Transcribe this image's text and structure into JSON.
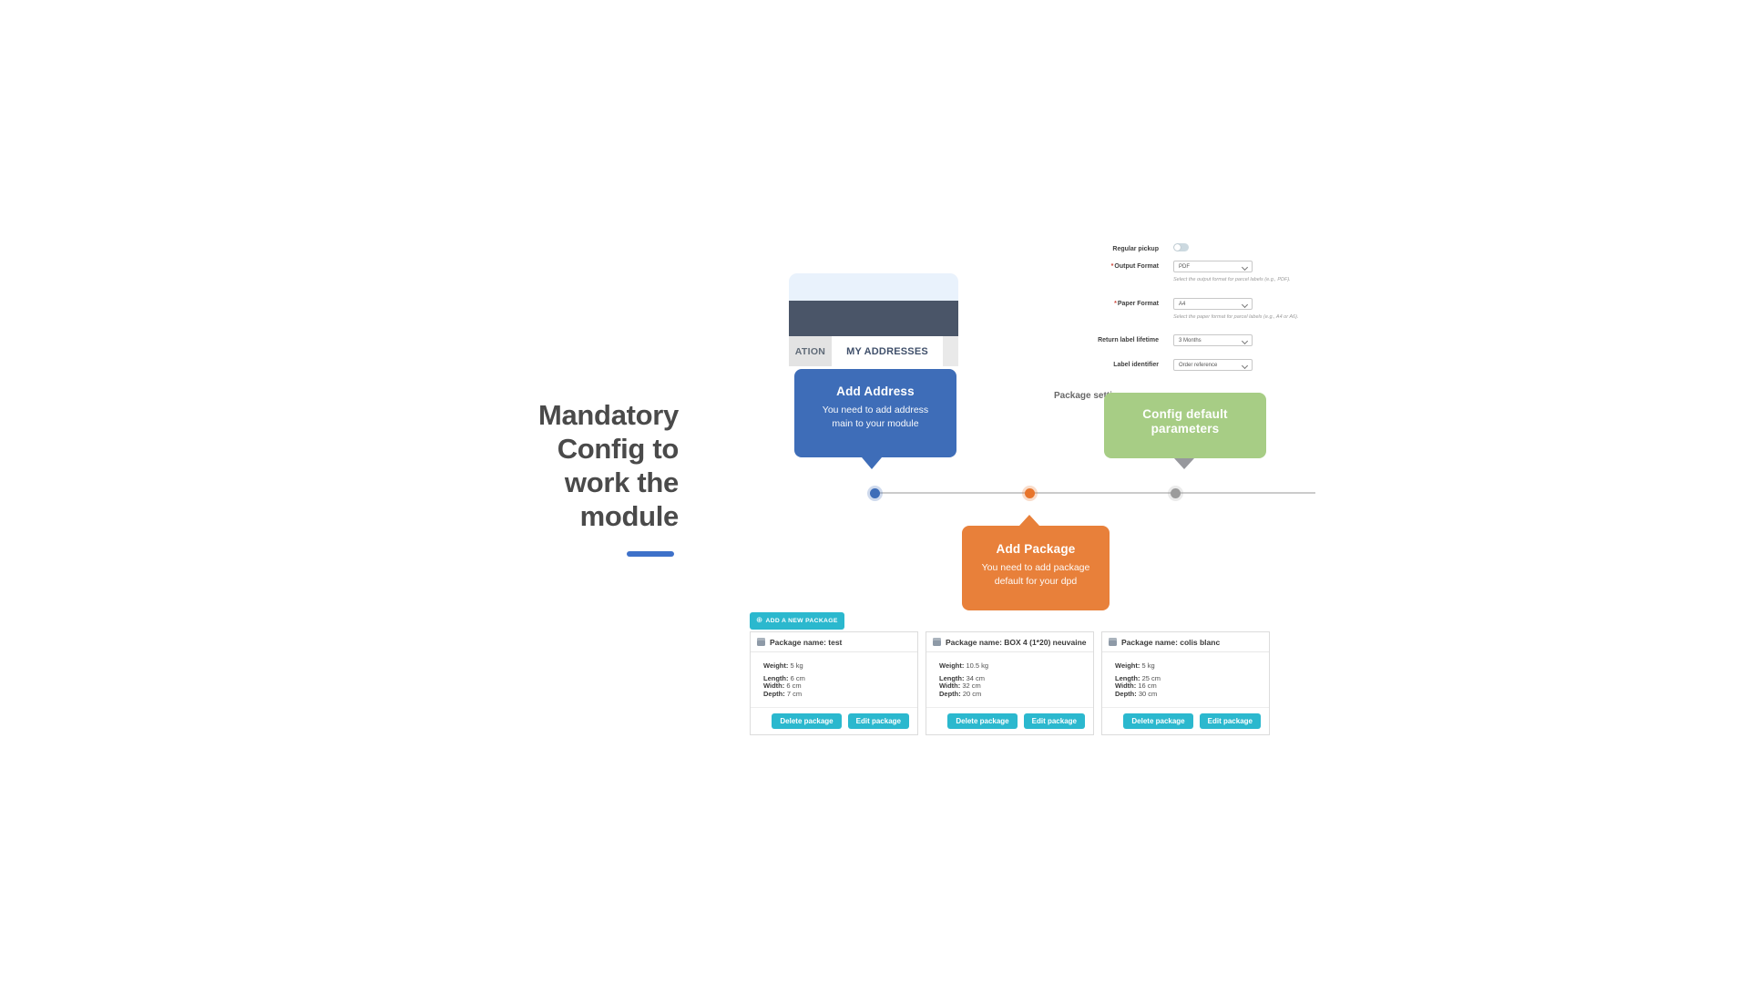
{
  "title": {
    "lines": [
      "Mandatory",
      "Config to",
      "work the",
      "module"
    ]
  },
  "settings_form": {
    "section_heading_partial": "Package settings",
    "regular_pickup": {
      "label": "Regular pickup"
    },
    "output_format": {
      "required_mark": "*",
      "label": "Output Format",
      "value": "PDF",
      "helper": "Select the output format for parcel labels (e.g., PDF)."
    },
    "paper_format": {
      "required_mark": "*",
      "label": "Paper Format",
      "value": "A4",
      "helper": "Select the paper format for parcel labels (e.g., A4 or A6)."
    },
    "return_label_lifetime": {
      "label": "Return label lifetime",
      "value": "3 Months"
    },
    "label_identifier": {
      "label": "Label identifier",
      "value": "Order reference"
    }
  },
  "address_panel": {
    "tab_configuration_partial": "ATION",
    "tab_my_addresses": "MY ADDRESSES"
  },
  "callouts": {
    "add_address": {
      "title": "Add Address",
      "body": "You need to add address main to your module"
    },
    "config_default": {
      "title": "Config default parameters"
    },
    "add_package": {
      "title": "Add Package",
      "body": "You need to add package default for your dpd"
    }
  },
  "packages": {
    "add_button_label": "ADD A NEW PACKAGE",
    "add_icon": "⊕",
    "field_labels": {
      "weight": "Weight:",
      "length": "Length:",
      "width": "Width:",
      "depth": "Depth:"
    },
    "delete_button_label": "Delete package",
    "edit_button_label": "Edit package",
    "cards": [
      {
        "name": "Package name: test",
        "weight": "5 kg",
        "length": "6 cm",
        "width": "6 cm",
        "depth": "7 cm"
      },
      {
        "name": "Package name: BOX 4 (1*20) neuvaine",
        "weight": "10.5 kg",
        "length": "34 cm",
        "width": "32 cm",
        "depth": "20 cm"
      },
      {
        "name": "Package name: colis blanc",
        "weight": "5 kg",
        "length": "25 cm",
        "width": "16 cm",
        "depth": "30 cm"
      }
    ]
  },
  "colors": {
    "accent_blue": "#3e6db8",
    "accent_green": "#a7cd85",
    "accent_orange": "#e8803a",
    "teal": "#2bb8ce",
    "navy": "#4a5568",
    "title_text": "#4a4a4a",
    "title_underline": "#3e71c9",
    "timeline_gray": "#cbcbcb",
    "dot_gray": "#9b9b9b"
  }
}
